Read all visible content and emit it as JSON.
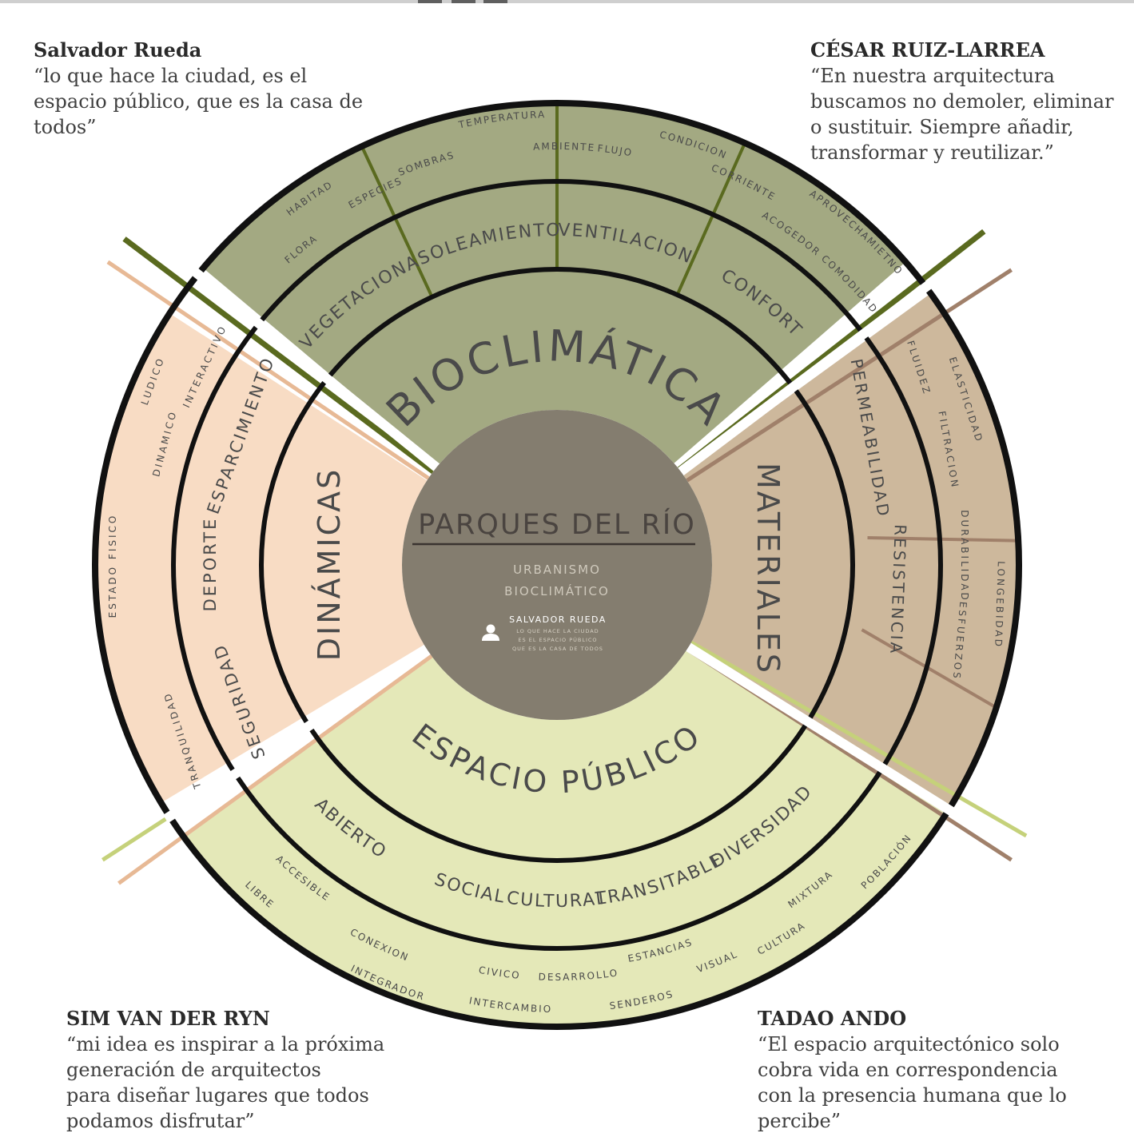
{
  "quotes": {
    "top_left": {
      "author": "Salvador Rueda",
      "text": "“lo que hace la ciudad, es el\nespacio público, que es la casa de\ntodos”"
    },
    "top_right": {
      "author": "CÉSAR RUIZ-LARREA",
      "text": "“En nuestra arquitectura\nbuscamos no demoler, eliminar\no sustituir. Siempre añadir,\ntransformar y reutilizar.”"
    },
    "bottom_left": {
      "author": "SIM VAN DER RYN",
      "text": "“mi idea es inspirar a la próxima\ngeneración de arquitectos\npara diseñar lugares que todos\npodamos disfrutar”"
    },
    "bottom_right": {
      "author": "TADAO ANDO",
      "text": "“El espacio arquitectónico solo\ncobra vida en correspondencia\ncon la presencia humana que lo\npercibe”"
    }
  },
  "center": {
    "title": "PARQUES DEL RÍO",
    "subtitle_1": "URBANISMO",
    "subtitle_2": "BIOCLIMÁTICO",
    "badge_name": "SALVADOR RUEDA",
    "badge_line_1": "LO QUE HACE LA CIUDAD",
    "badge_line_2": "ES EL ESPACIO PÚBLICO",
    "badge_line_3": "QUE ES LA CASA DE TODOS"
  },
  "sectors": {
    "bioclimatica": {
      "title": "BIOCLIMÁTICA",
      "categories": [
        "VEGETACION",
        "ASOLEAMIENTO",
        "VENTILACION",
        "CONFORT"
      ],
      "terms": [
        "FLORA",
        "HABITAD",
        "ESPECIES",
        "SOMBRAS",
        "TEMPERATURA",
        "AMBIENTE",
        "FLUJO",
        "CONDICION",
        "CORRIENTE",
        "APROVECHAMIETNO",
        "ACOGEDOR COMODIDAD"
      ]
    },
    "materiales": {
      "title": "MATERIALES",
      "categories": [
        "PERMEABILIDAD",
        "RESISTENCIA"
      ],
      "terms": [
        "FLUIDEZ",
        "FILTRACION",
        "ELASTICIDAD",
        "DURABILIDAD",
        "ESFUERZOS",
        "LONGEBIDAD"
      ]
    },
    "espacio_publico": {
      "title": "ESPACIO PÚBLICO",
      "categories": [
        "ABIERTO",
        "SOCIAL",
        "CULTURAL",
        "TRANSITABLE",
        "DIVERSIDAD"
      ],
      "terms": [
        "ACCESIBLE",
        "LIBRE",
        "CONEXION",
        "INTEGRADOR",
        "CIVICO",
        "INTERCAMBIO",
        "DESARROLLO",
        "SENDEROS",
        "ESTANCIAS",
        "VISUAL",
        "CULTURA",
        "MIXTURA",
        "POBLACIÓN"
      ]
    },
    "dinamicas": {
      "title": "DINÁMICAS",
      "categories": [
        "ESPARCIMIENTO",
        "DEPORTE",
        "SEGURIDAD"
      ],
      "terms": [
        "LUDICO",
        "INTERACTIVO",
        "DINAMICO",
        "ESTADO FISICO",
        "TRANQUILIDAD"
      ]
    }
  },
  "colors": {
    "bioclimatica": "#a3a982",
    "bio_line": "#5a6a1f",
    "materiales": "#cdb89c",
    "mat_line": "#a0806a",
    "espacio_publico": "#e4e8b8",
    "esp_line": "#c5d17a",
    "dinamicas": "#f8dcc4",
    "din_line": "#e7b995",
    "center": "#847d6f",
    "ring": "#111111"
  }
}
